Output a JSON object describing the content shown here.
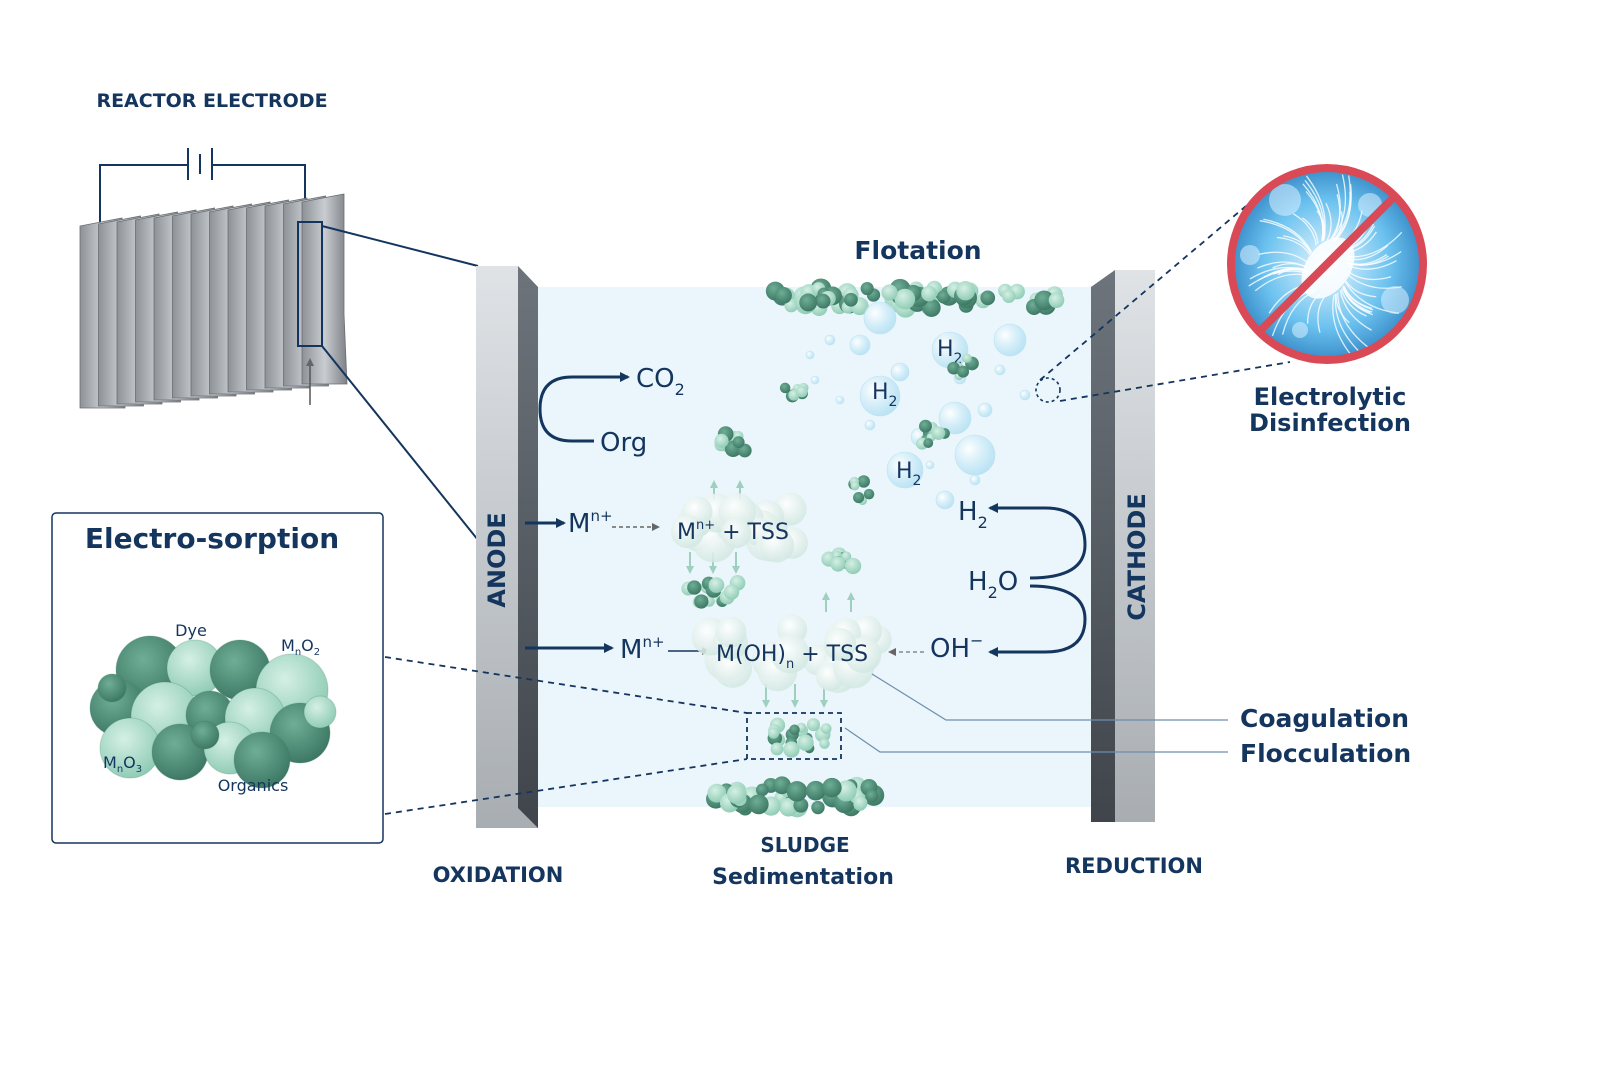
{
  "colors": {
    "navy": "#14355e",
    "water": "#eaf6fb",
    "floc_dark": "#4f8f79",
    "floc_light": "#a9dcc9",
    "bubble": "#cbeaf7",
    "prohibit_red": "#d94a56",
    "electrode_gray": "#b7bcc0"
  },
  "labels": {
    "reactor_electrode": "REACTOR ELECTRODE",
    "flotation": "Flotation",
    "electrolytic": "Electrolytic",
    "disinfection": "Disinfection",
    "electro_sorption": "Electro-sorption",
    "anode": "ANODE",
    "cathode": "CATHODE",
    "oxidation": "OXIDATION",
    "reduction": "REDUCTION",
    "sludge": "SLUDGE",
    "sedimentation": "Sedimentation",
    "coagulation": "Coagulation",
    "flocculation": "Flocculation"
  },
  "chem": {
    "co2": {
      "base": "CO",
      "sub": "2"
    },
    "org": "Org",
    "mn_plus_1": {
      "base": "M",
      "sup": "n+"
    },
    "mn_tss": {
      "base": "M",
      "sup": "n+",
      "rest": " + TSS"
    },
    "mn_plus_2": {
      "base": "M",
      "sup": "n+"
    },
    "moh_tss": {
      "base": "M(OH)",
      "sub": "n",
      "rest": " + TSS"
    },
    "oh": {
      "base": "OH",
      "sup": "−"
    },
    "h2o": {
      "h": "H",
      "sub": "2",
      "o": "O"
    },
    "h2_right": {
      "base": "H",
      "sub": "2"
    },
    "h2_bubble_1": {
      "base": "H",
      "sub": "2"
    },
    "h2_bubble_2": {
      "base": "H",
      "sub": "2"
    },
    "h2_bubble_3": {
      "base": "H",
      "sub": "2"
    }
  },
  "sorption": {
    "dye": "Dye",
    "mno2": {
      "base": "M",
      "sub1": "n",
      "mid": "O",
      "sub2": "2"
    },
    "mno3": {
      "base": "M",
      "sub1": "n",
      "mid": "O",
      "sub2": "3"
    },
    "organics": "Organics"
  }
}
